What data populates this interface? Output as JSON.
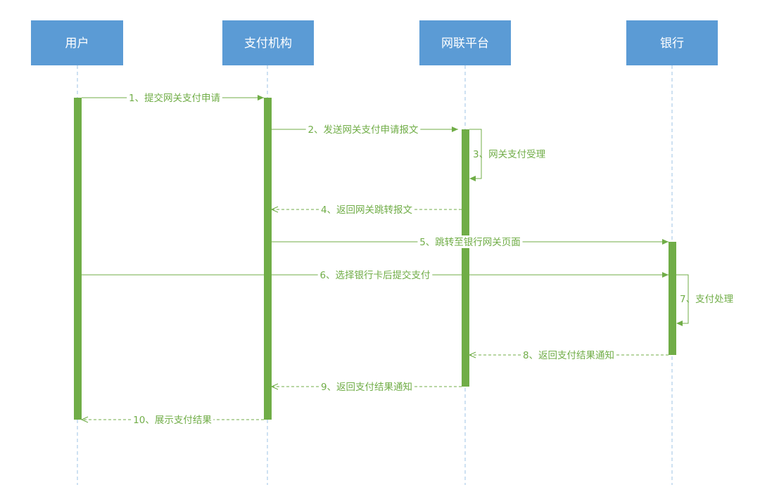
{
  "participants": [
    {
      "id": "user",
      "label": "用户"
    },
    {
      "id": "payment",
      "label": "支付机构"
    },
    {
      "id": "unionpay",
      "label": "网联平台"
    },
    {
      "id": "bank",
      "label": "银行"
    }
  ],
  "messages": [
    {
      "num": "1",
      "text": "1、提交网关支付申请",
      "from": "user",
      "to": "payment",
      "style": "solid"
    },
    {
      "num": "2",
      "text": "2、发送网关支付申请报文",
      "from": "payment",
      "to": "unionpay",
      "style": "solid"
    },
    {
      "num": "3",
      "text": "3、网关支付受理",
      "from": "unionpay",
      "to": "unionpay",
      "style": "self"
    },
    {
      "num": "4",
      "text": "4、返回网关跳转报文",
      "from": "unionpay",
      "to": "payment",
      "style": "dashed"
    },
    {
      "num": "5",
      "text": "5、跳转至银行网关页面",
      "from": "payment",
      "to": "bank",
      "style": "solid"
    },
    {
      "num": "6",
      "text": "6、选择银行卡后提交支付",
      "from": "user",
      "to": "bank",
      "style": "solid"
    },
    {
      "num": "7",
      "text": "7、支付处理",
      "from": "bank",
      "to": "bank",
      "style": "self"
    },
    {
      "num": "8",
      "text": "8、返回支付结果通知",
      "from": "bank",
      "to": "unionpay",
      "style": "dashed"
    },
    {
      "num": "9",
      "text": "9、返回支付结果通知",
      "from": "unionpay",
      "to": "payment",
      "style": "dashed"
    },
    {
      "num": "10",
      "text": "10、展示支付结果",
      "from": "payment",
      "to": "user",
      "style": "dashed"
    }
  ],
  "colors": {
    "actor_fill": "#5b9bd5",
    "actor_text": "#ffffff",
    "lifeline": "#9dc3e6",
    "activation": "#70ad47",
    "message": "#70ad47"
  }
}
